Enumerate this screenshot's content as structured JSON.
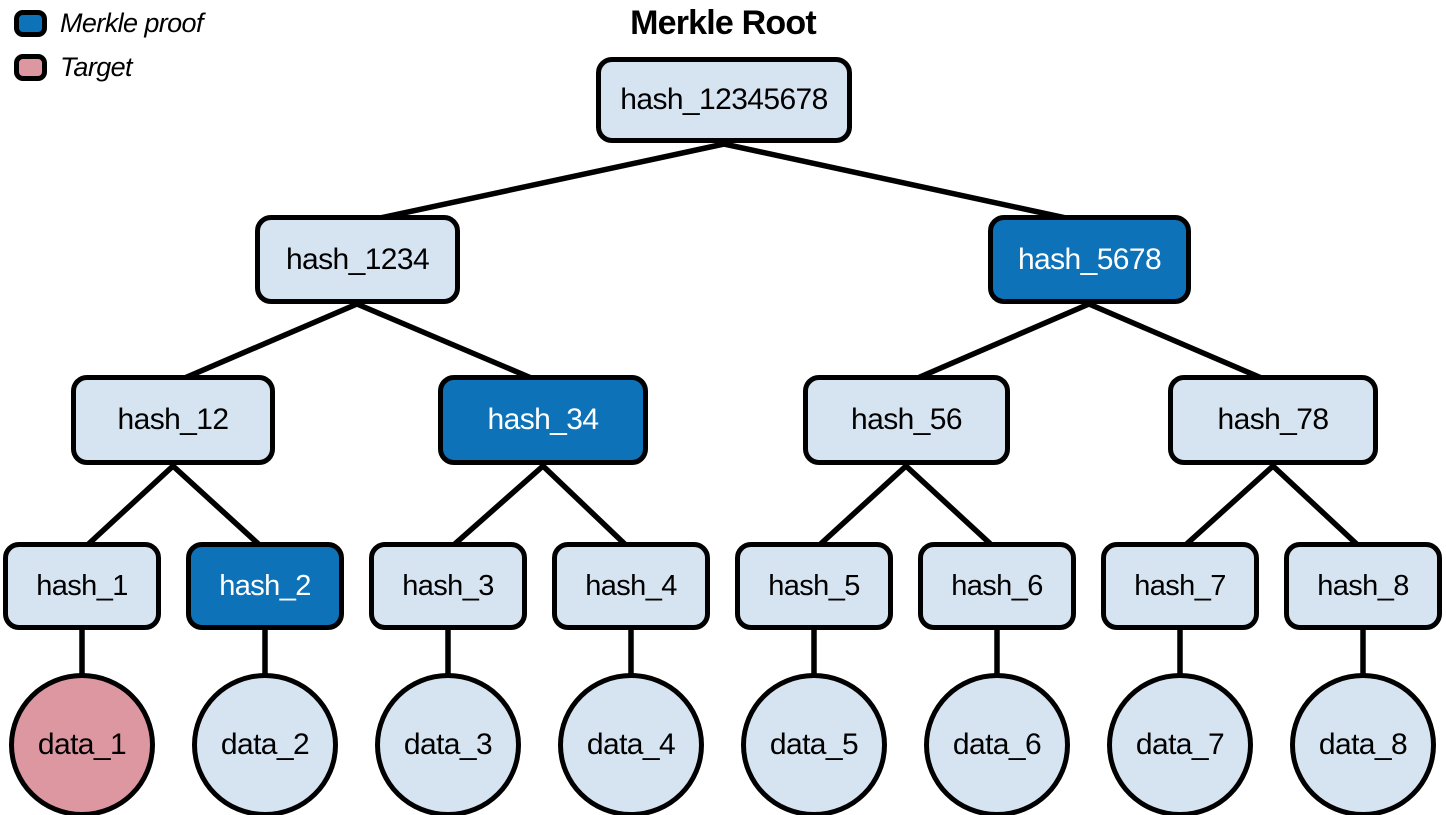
{
  "title": "Merkle Root",
  "legend": {
    "items": [
      {
        "label": "Merkle proof",
        "color": "#0e72b8"
      },
      {
        "label": "Target",
        "color": "#dd97a0"
      }
    ]
  },
  "colors": {
    "node_fill": "#d6e4f1",
    "merkle_proof_fill": "#0e72b8",
    "target_fill": "#dd97a0",
    "outline": "#000000",
    "label_dark": "#000000",
    "label_on_proof": "#ffffff",
    "background": "#ffffff"
  },
  "tree": {
    "nodes": {
      "root": {
        "label": "hash_12345678",
        "state": "normal"
      },
      "h1234": {
        "label": "hash_1234",
        "state": "normal"
      },
      "h5678": {
        "label": "hash_5678",
        "state": "merkle-proof"
      },
      "h12": {
        "label": "hash_12",
        "state": "normal"
      },
      "h34": {
        "label": "hash_34",
        "state": "merkle-proof"
      },
      "h56": {
        "label": "hash_56",
        "state": "normal"
      },
      "h78": {
        "label": "hash_78",
        "state": "normal"
      },
      "h1": {
        "label": "hash_1",
        "state": "normal"
      },
      "h2": {
        "label": "hash_2",
        "state": "merkle-proof"
      },
      "h3": {
        "label": "hash_3",
        "state": "normal"
      },
      "h4": {
        "label": "hash_4",
        "state": "normal"
      },
      "h5": {
        "label": "hash_5",
        "state": "normal"
      },
      "h6": {
        "label": "hash_6",
        "state": "normal"
      },
      "h7": {
        "label": "hash_7",
        "state": "normal"
      },
      "h8": {
        "label": "hash_8",
        "state": "normal"
      },
      "d1": {
        "label": "data_1",
        "state": "target"
      },
      "d2": {
        "label": "data_2",
        "state": "normal"
      },
      "d3": {
        "label": "data_3",
        "state": "normal"
      },
      "d4": {
        "label": "data_4",
        "state": "normal"
      },
      "d5": {
        "label": "data_5",
        "state": "normal"
      },
      "d6": {
        "label": "data_6",
        "state": "normal"
      },
      "d7": {
        "label": "data_7",
        "state": "normal"
      },
      "d8": {
        "label": "data_8",
        "state": "normal"
      }
    },
    "edges": [
      [
        "root",
        "h1234"
      ],
      [
        "root",
        "h5678"
      ],
      [
        "h1234",
        "h12"
      ],
      [
        "h1234",
        "h34"
      ],
      [
        "h5678",
        "h56"
      ],
      [
        "h5678",
        "h78"
      ],
      [
        "h12",
        "h1"
      ],
      [
        "h12",
        "h2"
      ],
      [
        "h34",
        "h3"
      ],
      [
        "h34",
        "h4"
      ],
      [
        "h56",
        "h5"
      ],
      [
        "h56",
        "h6"
      ],
      [
        "h78",
        "h7"
      ],
      [
        "h78",
        "h8"
      ],
      [
        "h1",
        "d1"
      ],
      [
        "h2",
        "d2"
      ],
      [
        "h3",
        "d3"
      ],
      [
        "h4",
        "d4"
      ],
      [
        "h5",
        "d5"
      ],
      [
        "h6",
        "d6"
      ],
      [
        "h7",
        "d7"
      ],
      [
        "h8",
        "d8"
      ]
    ]
  }
}
